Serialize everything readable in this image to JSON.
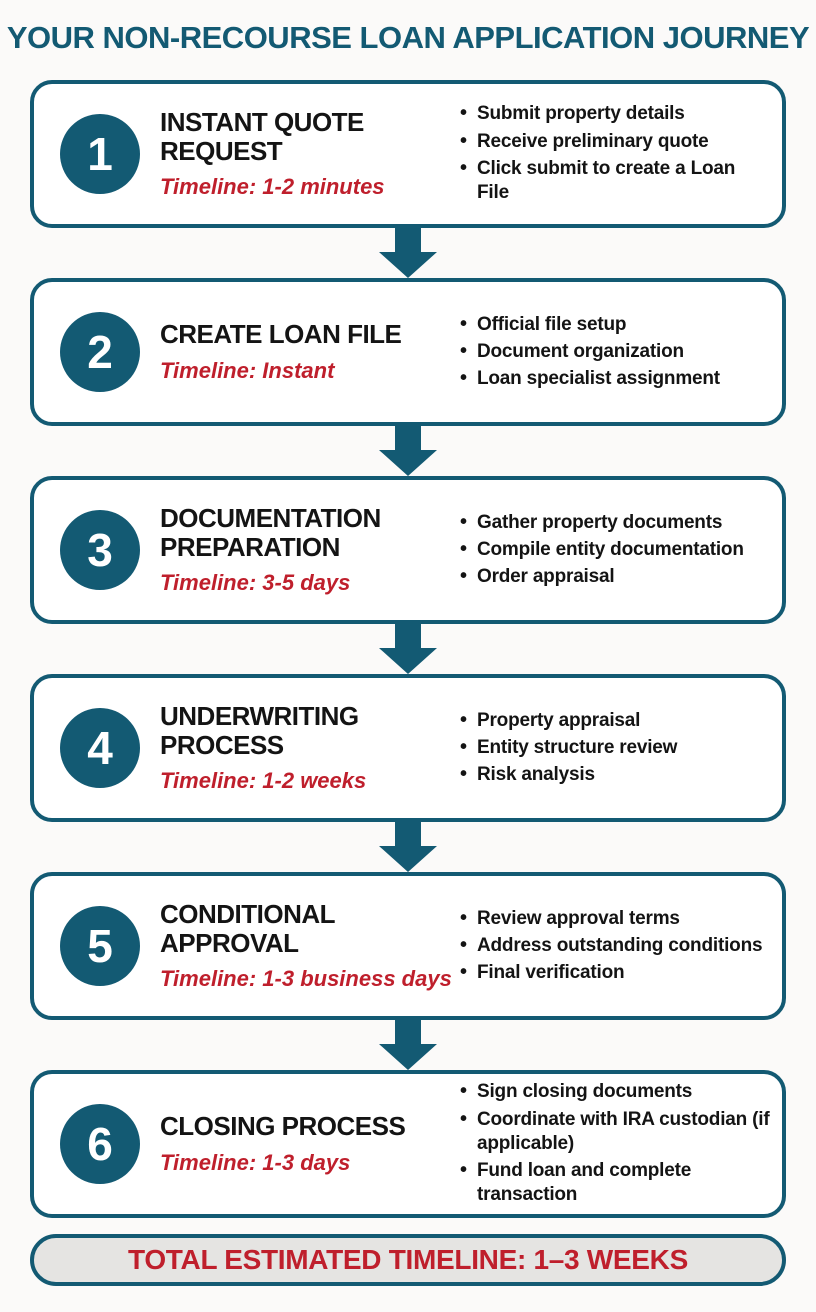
{
  "page_title": "YOUR NON-RECOURSE LOAN APPLICATION JOURNEY",
  "colors": {
    "teal": "#135a73",
    "red": "#bf1f2c",
    "ink": "#141414",
    "page_bg": "#fbfaf9",
    "card_bg": "#ffffff",
    "footer_bg": "#e5e4e2"
  },
  "steps": [
    {
      "number": "1",
      "title": "INSTANT QUOTE REQUEST",
      "timeline": "Timeline: 1-2 minutes",
      "bullets": [
        "Submit property details",
        "Receive preliminary quote",
        "Click submit to create a Loan File"
      ]
    },
    {
      "number": "2",
      "title": "CREATE LOAN FILE",
      "timeline": "Timeline: Instant",
      "bullets": [
        "Official file setup",
        "Document organization",
        "Loan specialist assignment"
      ]
    },
    {
      "number": "3",
      "title": "DOCUMENTATION PREPARATION",
      "timeline": "Timeline: 3-5 days",
      "bullets": [
        "Gather property documents",
        "Compile entity documentation",
        "Order appraisal"
      ]
    },
    {
      "number": "4",
      "title": "UNDERWRITING PROCESS",
      "timeline": "Timeline: 1-2 weeks",
      "bullets": [
        "Property appraisal",
        "Entity structure review",
        "Risk analysis"
      ]
    },
    {
      "number": "5",
      "title": "CONDITIONAL APPROVAL",
      "timeline": "Timeline: 1-3 business days",
      "bullets": [
        "Review approval terms",
        "Address outstanding conditions",
        "Final verification"
      ]
    },
    {
      "number": "6",
      "title": "CLOSING PROCESS",
      "timeline": "Timeline: 1-3 days",
      "bullets": [
        "Sign closing documents",
        "Coordinate with IRA custodian (if applicable)",
        "Fund loan and complete transaction"
      ]
    }
  ],
  "footer": {
    "label": "TOTAL ESTIMATED TIMELINE: 1–3 WEEKS"
  }
}
